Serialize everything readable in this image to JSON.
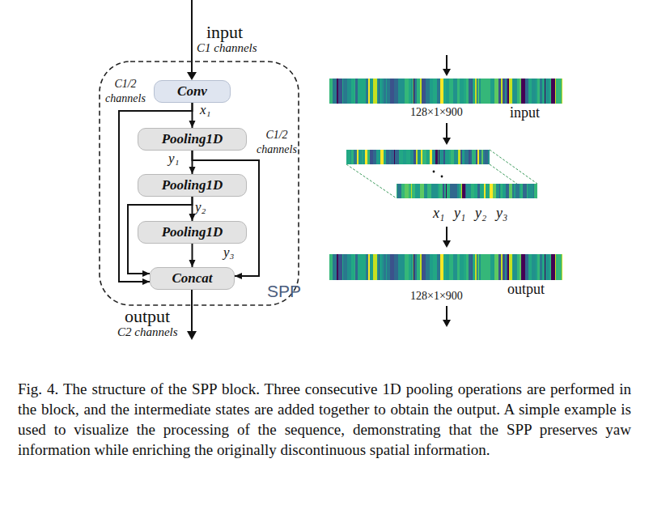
{
  "diagram": {
    "caption": "Fig. 4. The structure of the SPP block. Three consecutive 1D pooling operations are performed in the block, and the intermediate states are added together to obtain the output. A simple example is used to visualize the processing of the sequence, demonstrating that the SPP preserves yaw information while enriching the originally discontinuous spatial information.",
    "nodes": [
      {
        "text": [
          "SPP"
        ]
      },
      {
        "text": [
          "Conv"
        ],
        "in": 0
      },
      {
        "text": [
          "Pooling1D"
        ],
        "in": 0
      },
      {
        "text": [
          "Pooling1D"
        ],
        "in": 0
      },
      {
        "text": [
          "Pooling1D"
        ],
        "in": 0
      },
      {
        "text": [
          "Concat"
        ],
        "in": 0
      }
    ],
    "edges": [
      {
        "from": 1,
        "to": 2,
        "arrow": "to",
        "label": "x₁"
      },
      {
        "from": 2,
        "to": 3,
        "arrow": "to",
        "label": "y₁"
      },
      {
        "from": 3,
        "to": 4,
        "arrow": "to",
        "label": "y₂"
      },
      {
        "from": 4,
        "to": 5,
        "arrow": "to",
        "label": "y₃"
      },
      {
        "from": 1,
        "to": 5,
        "arrow": "to"
      },
      {
        "from": 2,
        "to": 5,
        "arrow": "to"
      },
      {
        "from": 3,
        "to": 5,
        "arrow": "to"
      }
    ],
    "labels": [
      "input",
      "C1 channels",
      "C1/2 channels",
      "C1/2 channels",
      "output",
      "C2 channels",
      "128×1×900",
      "input",
      "x₁",
      "y₁",
      "y₂",
      "y₃",
      "128×1×900",
      "output"
    ]
  }
}
